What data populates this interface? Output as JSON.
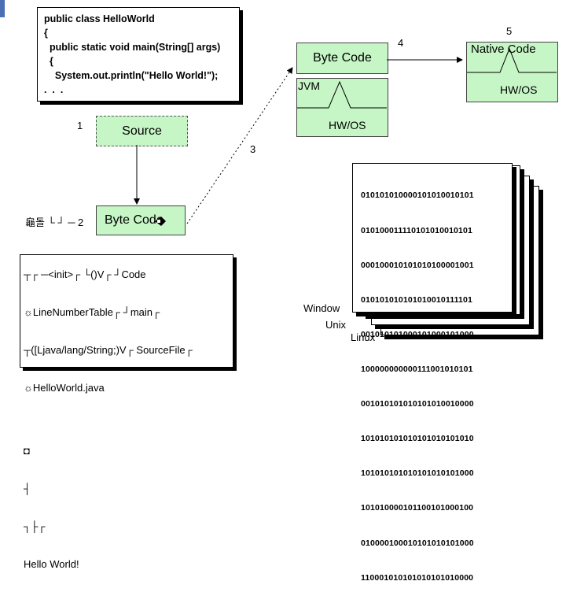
{
  "code": {
    "lines": [
      "public class HelloWorld",
      "{",
      "  public static void main(String[] args)",
      "  {",
      "    System.out.println(\"Hello World!\");",
      ".  .  ."
    ]
  },
  "source_box": {
    "label": "Source"
  },
  "bytecode_left": {
    "label": "Byte Code"
  },
  "bytecode_top": {
    "label": "Byte Code"
  },
  "jvm": {
    "title": "JVM",
    "footer": "HW/OS"
  },
  "native": {
    "title": "Native Code",
    "footer": "HW/OS"
  },
  "steps": [
    "1",
    "2",
    "3",
    "4",
    "5"
  ],
  "class_file_overflow": [
    "┬┌ ─<init>┌ └()V┌ ┘Code",
    "☼LineNumberTable┌ ┘main┌",
    "┬([Ljava/lang/String;)V┌ SourceFile┌",
    "☼HelloWorld.java",
    "",
    "◘",
    "┤",
    "┐├┌",
    "Hello World!"
  ],
  "class_file_top": "龜돌 └ ┘ ─ 2",
  "binary": {
    "lines": [
      "010101010000101010010101",
      "010100011110101010010101",
      "000100010101010100001001",
      "010101010101010010111101",
      "001010101000101000101000",
      "100000000000111001010101",
      "001010101010101010010000",
      "101010101010101010101010",
      "101010101010101010101000",
      "101010000101100101000100",
      "010000100010101010101000",
      "110001010101010101010000"
    ],
    "os_labels": [
      "Window",
      "Unix",
      "Linux"
    ]
  }
}
